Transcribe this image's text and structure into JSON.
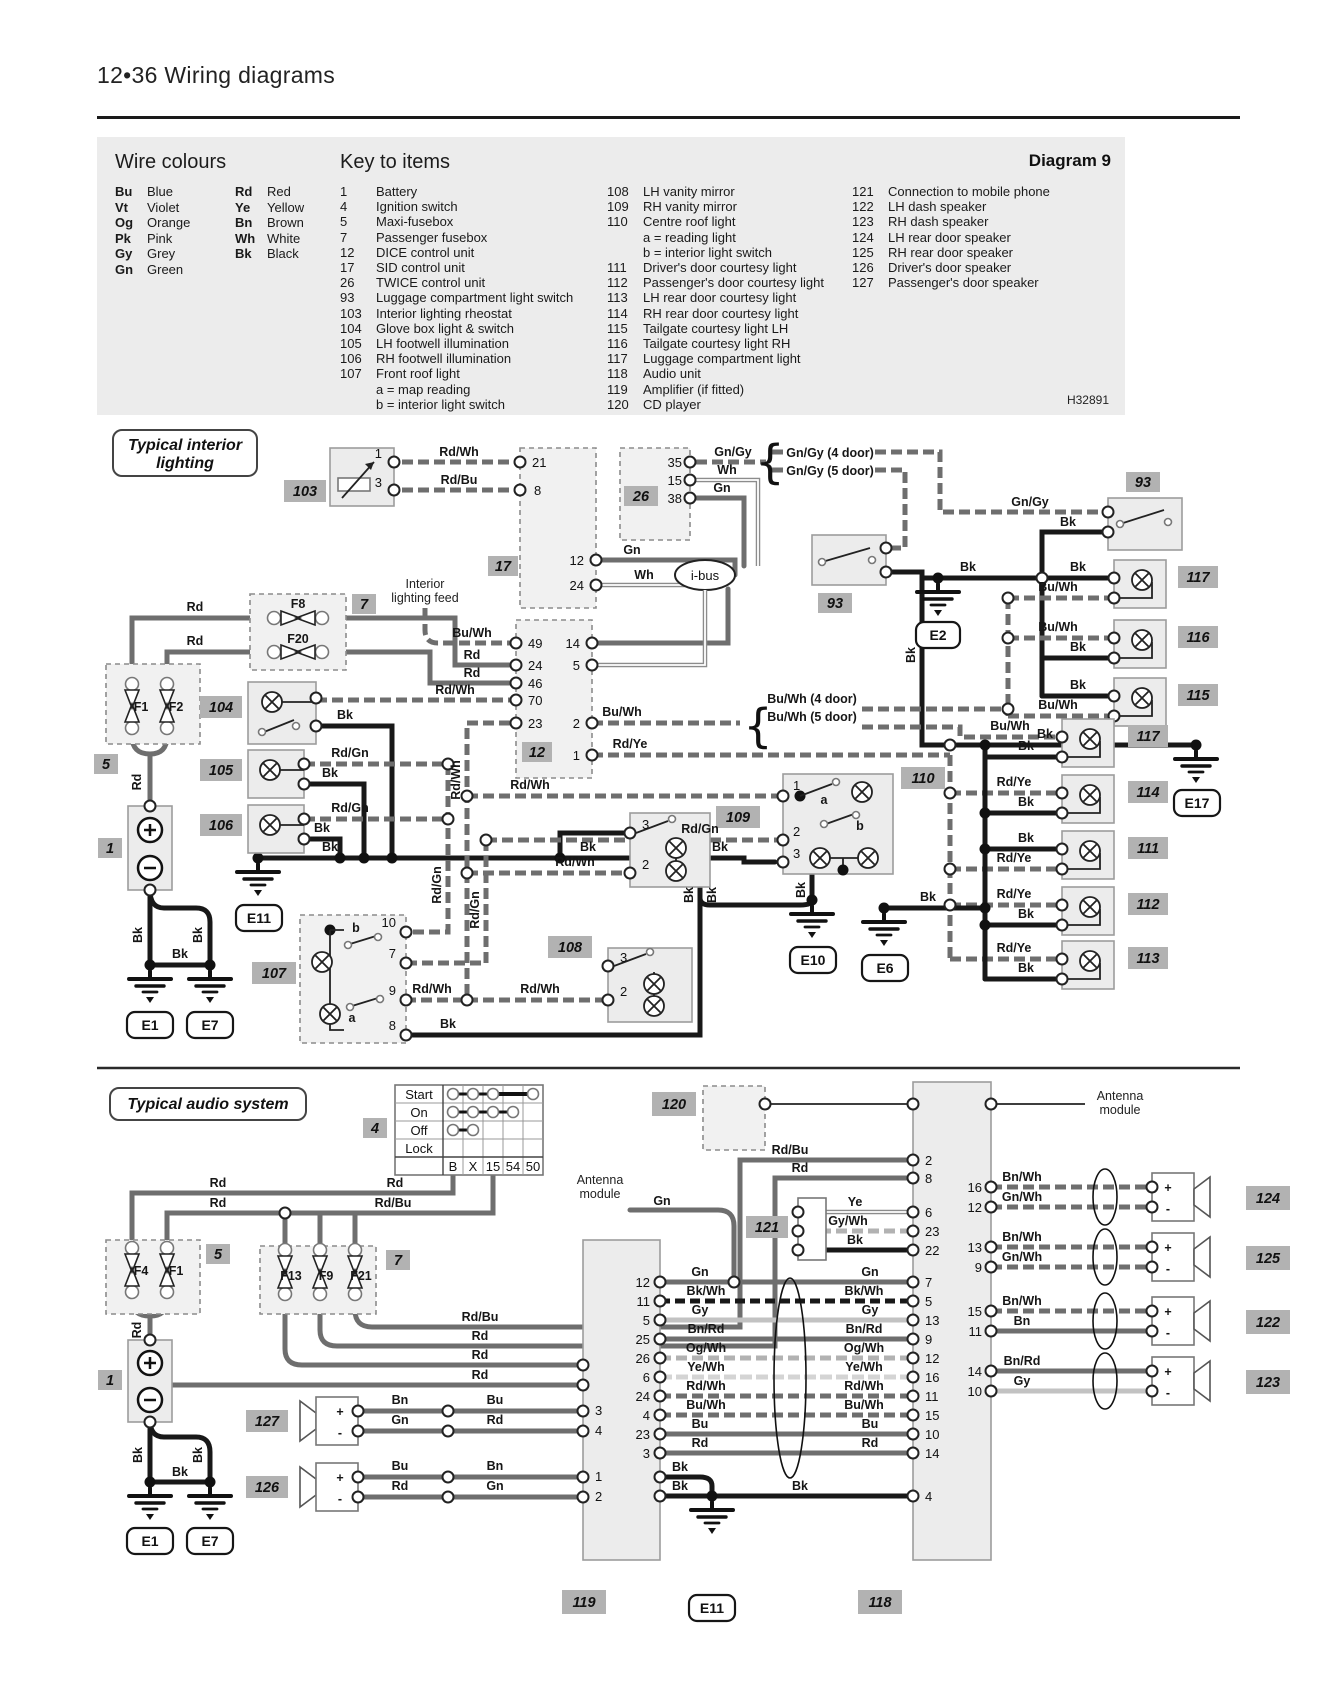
{
  "header": {
    "title": "12•36  Wiring diagrams"
  },
  "legend": {
    "diagram": "Diagram 9",
    "code": "H32891",
    "wire_colours": {
      "title": "Wire colours",
      "col1": [
        {
          "abbr": "Bu",
          "name": "Blue"
        },
        {
          "abbr": "Vt",
          "name": "Violet"
        },
        {
          "abbr": "Og",
          "name": "Orange"
        },
        {
          "abbr": "Pk",
          "name": "Pink"
        },
        {
          "abbr": "Gy",
          "name": "Grey"
        },
        {
          "abbr": "Gn",
          "name": "Green"
        }
      ],
      "col2": [
        {
          "abbr": "Rd",
          "name": "Red"
        },
        {
          "abbr": "Ye",
          "name": "Yellow"
        },
        {
          "abbr": "Bn",
          "name": "Brown"
        },
        {
          "abbr": "Wh",
          "name": "White"
        },
        {
          "abbr": "Bk",
          "name": "Black"
        }
      ]
    },
    "key": {
      "title": "Key to items",
      "col1": [
        {
          "num": "1",
          "label": "Battery"
        },
        {
          "num": "4",
          "label": "Ignition switch"
        },
        {
          "num": "5",
          "label": "Maxi-fusebox"
        },
        {
          "num": "7",
          "label": "Passenger fusebox"
        },
        {
          "num": "12",
          "label": "DICE control unit"
        },
        {
          "num": "17",
          "label": "SID control unit"
        },
        {
          "num": "26",
          "label": "TWICE control unit"
        },
        {
          "num": "93",
          "label": "Luggage compartment light switch"
        },
        {
          "num": "103",
          "label": "Interior lighting rheostat"
        },
        {
          "num": "104",
          "label": "Glove box light & switch"
        },
        {
          "num": "105",
          "label": "LH footwell illumination"
        },
        {
          "num": "106",
          "label": "RH footwell illumination"
        },
        {
          "num": "107",
          "label": "Front roof light"
        },
        {
          "num": "",
          "label": "a = map reading"
        },
        {
          "num": "",
          "label": "b = interior light switch"
        }
      ],
      "col2": [
        {
          "num": "108",
          "label": "LH vanity mirror"
        },
        {
          "num": "109",
          "label": "RH vanity mirror"
        },
        {
          "num": "110",
          "label": "Centre roof light"
        },
        {
          "num": "",
          "label": "a = reading light"
        },
        {
          "num": "",
          "label": "b = interior light switch"
        },
        {
          "num": "111",
          "label": "Driver's door courtesy light"
        },
        {
          "num": "112",
          "label": "Passenger's door courtesy light"
        },
        {
          "num": "113",
          "label": "LH rear door courtesy light"
        },
        {
          "num": "114",
          "label": "RH rear door courtesy light"
        },
        {
          "num": "115",
          "label": "Tailgate courtesy light LH"
        },
        {
          "num": "116",
          "label": "Tailgate courtesy light RH"
        },
        {
          "num": "117",
          "label": "Luggage compartment light"
        },
        {
          "num": "118",
          "label": "Audio unit"
        },
        {
          "num": "119",
          "label": "Amplifier (if fitted)"
        },
        {
          "num": "120",
          "label": "CD player"
        }
      ],
      "col3": [
        {
          "num": "121",
          "label": "Connection to mobile phone"
        },
        {
          "num": "122",
          "label": "LH dash speaker"
        },
        {
          "num": "123",
          "label": "RH dash speaker"
        },
        {
          "num": "124",
          "label": "LH rear door speaker"
        },
        {
          "num": "125",
          "label": "RH rear door speaker"
        },
        {
          "num": "126",
          "label": "Driver's door speaker"
        },
        {
          "num": "127",
          "label": "Passenger's door speaker"
        }
      ]
    }
  },
  "p1": {
    "title1": "Typical interior",
    "title2": "lighting",
    "feed1": "Interior",
    "feed2": "lighting feed",
    "ibus": "i-bus",
    "brace": "{",
    "badge": {
      "c103": "103",
      "c17": "17",
      "c26": "26",
      "c93a": "93",
      "c93b": "93",
      "c7": "7",
      "c5": "5",
      "c1": "1",
      "c104": "104",
      "c105": "105",
      "c106": "106",
      "c107": "107",
      "c108": "108",
      "c109": "109",
      "c110": "110",
      "c12": "12",
      "c117a": "117",
      "c116": "116",
      "c115": "115",
      "c117b": "117",
      "c114": "114",
      "c111": "111",
      "c112": "112",
      "c113": "113"
    },
    "gnd": {
      "e1": "E1",
      "e7": "E7",
      "e11": "E11",
      "e2": "E2",
      "e10": "E10",
      "e6": "E6",
      "e17": "E17"
    },
    "fuse": {
      "f8": "F8",
      "f20": "F20",
      "f1": "F1",
      "f2": "F2"
    },
    "pin": {
      "n1": "1",
      "n2": "2",
      "n3": "3",
      "n5": "5",
      "n7": "7",
      "n8": "8",
      "n9": "9",
      "n10": "10",
      "n12": "12",
      "n14": "14",
      "n15": "15",
      "n21": "21",
      "n23": "23",
      "n24": "24",
      "n35": "35",
      "n38": "38",
      "n46": "46",
      "n49": "49",
      "n70": "70",
      "a": "a",
      "b": "b"
    },
    "w": {
      "rd": "Rd",
      "bk": "Bk",
      "wh": "Wh",
      "gn": "Gn",
      "rdwh": "Rd/Wh",
      "rdbu": "Rd/Bu",
      "rdgn": "Rd/Gn",
      "rdye": "Rd/Ye",
      "buwh": "Bu/Wh",
      "gngy": "Gn/Gy",
      "gngy4": "Gn/Gy (4 door)",
      "gngy5": "Gn/Gy (5 door)",
      "buwh4": "Bu/Wh (4 door)",
      "buwh5": "Bu/Wh (5 door)"
    }
  },
  "p2": {
    "title": "Typical audio system",
    "ign": {
      "rows": [
        "Start",
        "On",
        "Off",
        "Lock"
      ],
      "cols": [
        "B",
        "X",
        "15",
        "54",
        "50"
      ]
    },
    "badge": {
      "c4": "4",
      "c5": "5",
      "c7": "7",
      "c1": "1",
      "c127": "127",
      "c126": "126",
      "c121": "121",
      "c120": "120",
      "c119": "119",
      "c118": "118",
      "c124": "124",
      "c125": "125",
      "c122": "122",
      "c123": "123"
    },
    "gnd": {
      "e1": "E1",
      "e7": "E7",
      "e11": "E11"
    },
    "fuse": {
      "f4": "F4",
      "f1": "F1",
      "f13": "F13",
      "f9": "F9",
      "f21": "F21"
    },
    "ant1": "Antenna",
    "ant2": "module",
    "plus": "+",
    "minus": "-",
    "w": {
      "rd": "Rd",
      "rdbu": "Rd/Bu",
      "bk": "Bk",
      "gn": "Gn",
      "bn": "Bn",
      "bu": "Bu",
      "gy": "Gy",
      "ye": "Ye",
      "bkwh": "Bk/Wh",
      "bnrd": "Bn/Rd",
      "ogwh": "Og/Wh",
      "yewh": "Ye/Wh",
      "rdwh": "Rd/Wh",
      "buwh": "Bu/Wh",
      "gywh": "Gy/Wh",
      "bnwh": "Bn/Wh",
      "gnwh": "Gn/Wh"
    },
    "p119": {
      "left": [
        "3",
        "4",
        "1",
        "2"
      ],
      "right": [
        "12",
        "11",
        "5",
        "25",
        "26",
        "6",
        "24",
        "4",
        "23",
        "3"
      ]
    },
    "p118": {
      "left": [
        "2",
        "8",
        "6",
        "23",
        "22",
        "7",
        "5",
        "13",
        "9",
        "12",
        "16",
        "11",
        "15",
        "10",
        "14",
        "4"
      ],
      "right": [
        "16",
        "12",
        "13",
        "9",
        "15",
        "11",
        "14",
        "10"
      ]
    }
  }
}
